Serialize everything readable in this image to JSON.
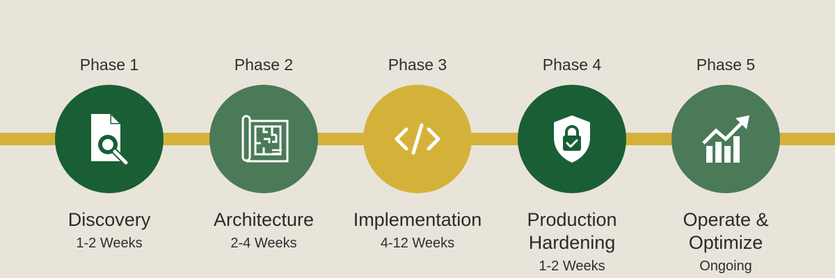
{
  "diagram": {
    "type": "phased-timeline",
    "colors": {
      "background": "#e9e4da",
      "connector_line": "#d4b23a",
      "dark_green": "#1a5e35",
      "muted_green": "#4a7a58",
      "gold": "#d4b23a",
      "icon": "#ffffff",
      "text": "#2a2a2a"
    },
    "phases": [
      {
        "label": "Phase 1",
        "title": "Discovery",
        "duration": "1-2 Weeks",
        "icon": "document-search-icon",
        "color": "#1a5e35"
      },
      {
        "label": "Phase 2",
        "title": "Architecture",
        "duration": "2-4 Weeks",
        "icon": "blueprint-icon",
        "color": "#4a7a58"
      },
      {
        "label": "Phase 3",
        "title": "Implementation",
        "duration": "4-12 Weeks",
        "icon": "code-icon",
        "color": "#d4b23a"
      },
      {
        "label": "Phase 4",
        "title": "Production Hardening",
        "duration": "1-2 Weeks",
        "icon": "shield-lock-icon",
        "color": "#1a5e35"
      },
      {
        "label": "Phase 5",
        "title": "Operate & Optimize",
        "duration": "Ongoing",
        "icon": "growth-chart-icon",
        "color": "#4a7a58"
      }
    ]
  }
}
